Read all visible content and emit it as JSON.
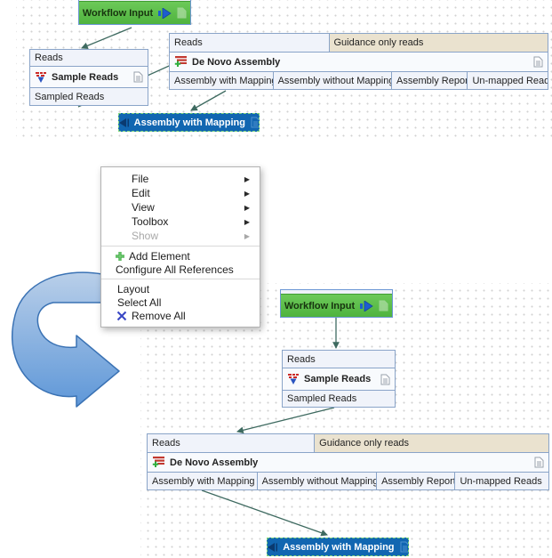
{
  "labels": {
    "workflow_input": "Workflow Input",
    "reads": "Reads",
    "sample_reads": "Sample Reads",
    "sampled_reads": "Sampled Reads",
    "guidance_only_reads": "Guidance only reads",
    "de_novo_assembly": "De Novo Assembly",
    "assembly_with_mapping": "Assembly with Mapping",
    "assembly_without_mapping": "Assembly without Mapping",
    "assembly_report": "Assembly Report",
    "un_mapped_reads": "Un-mapped Reads"
  },
  "menu": {
    "items": [
      {
        "label": "File",
        "type": "submenu",
        "enabled": true
      },
      {
        "label": "Edit",
        "type": "submenu",
        "enabled": true
      },
      {
        "label": "View",
        "type": "submenu",
        "enabled": true
      },
      {
        "label": "Toolbox",
        "type": "submenu",
        "enabled": true
      },
      {
        "label": "Show",
        "type": "submenu",
        "enabled": false
      },
      {
        "label": "Add Element",
        "icon": "plus-icon",
        "enabled": true
      },
      {
        "label": "Configure All References",
        "enabled": true
      },
      {
        "label": "Layout",
        "enabled": true
      },
      {
        "label": "Select All",
        "enabled": true
      },
      {
        "label": "Remove All",
        "icon": "x-icon",
        "enabled": true
      }
    ]
  },
  "colors": {
    "node_border": "#8aa4c8",
    "node_bg": "#f8fafd",
    "port_bg": "#f0f3fa",
    "guidance_bg": "#eae2cf",
    "input_green": "#5cbd4a",
    "input_green_border": "#3f9c31",
    "output_blue": "#1166b1",
    "output_dashed_border": "#82d67c",
    "connector": "#3e6a60",
    "curved_arrow_blue": "#5e97d8",
    "menu_disabled_text": "#a8a8a8",
    "add_plus_green": "#35a83b",
    "remove_x_blue": "#3947c4"
  }
}
